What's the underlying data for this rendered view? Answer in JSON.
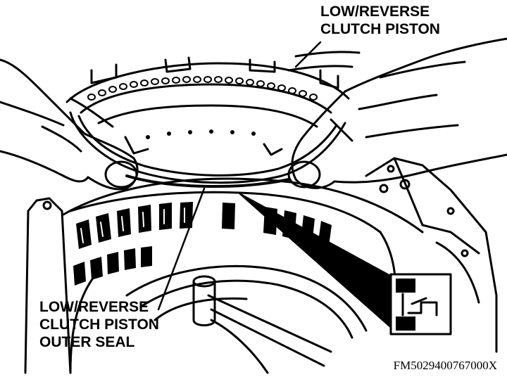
{
  "labels": {
    "top": {
      "line1": "LOW/REVERSE",
      "line2": "CLUTCH PISTON"
    },
    "bottom": {
      "line1": "LOW/REVERSE",
      "line2": "CLUTCH PISTON",
      "line3": "OUTER SEAL"
    }
  },
  "figure_code": "FM5029400767000X",
  "colors": {
    "ink": "#000000",
    "paper": "#ffffff"
  },
  "icons": [
    "seal-detail-inset-icon"
  ]
}
